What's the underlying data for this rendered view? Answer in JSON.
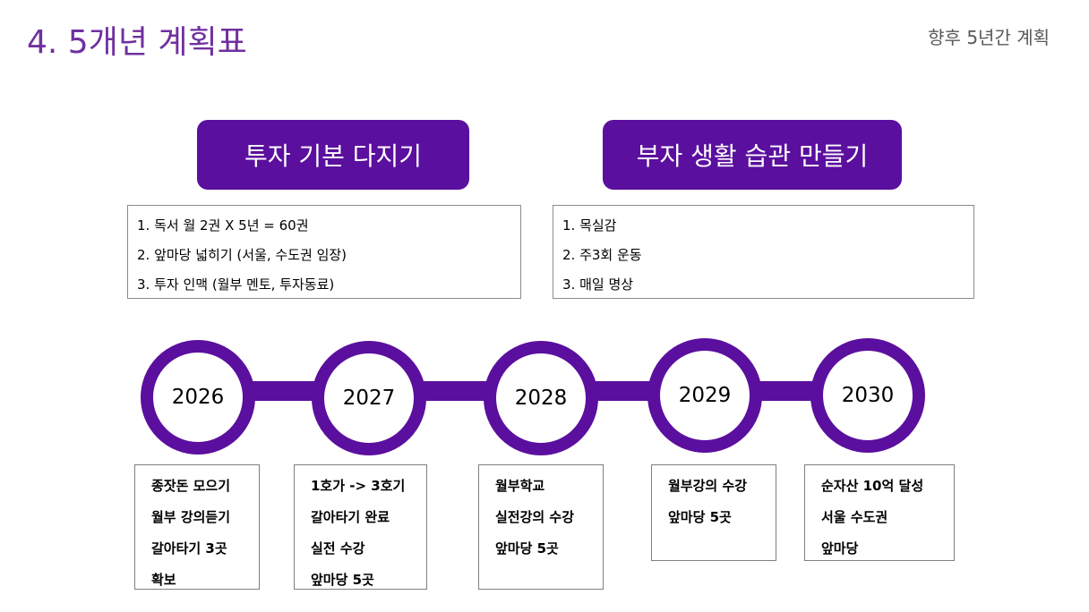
{
  "title": "4. 5개년 계획표",
  "subtitle": "향후 5년간 계획",
  "colors": {
    "accent": "#5b0f9e",
    "title": "#7030a0"
  },
  "sections": [
    {
      "header": "투자 기본 다지기",
      "items": [
        "1. 독서 월 2권 X 5년 = 60권",
        "2. 앞마당 넓히기 (서울, 수도권 임장)",
        "3. 투자 인맥 (월부 멘토, 투자동료)"
      ]
    },
    {
      "header": "부자 생활 습관 만들기",
      "items": [
        "1. 목실감",
        "2. 주3회 운동",
        "3. 매일 명상"
      ]
    }
  ],
  "timeline": [
    {
      "year": "2026",
      "goals": [
        "종잣돈 모으기",
        "월부 강의듣기",
        "갈아타기 3곳",
        "확보"
      ]
    },
    {
      "year": "2027",
      "goals": [
        "1호가 -> 3호기",
        "갈아타기 완료",
        "실전 수강",
        "앞마당 5곳"
      ]
    },
    {
      "year": "2028",
      "goals": [
        "월부학교",
        "실전강의 수강",
        "앞마당 5곳"
      ]
    },
    {
      "year": "2029",
      "goals": [
        "월부강의 수강",
        "앞마당 5곳"
      ]
    },
    {
      "year": "2030",
      "goals": [
        "순자산 10억 달성",
        "서울 수도권",
        "앞마당"
      ]
    }
  ]
}
